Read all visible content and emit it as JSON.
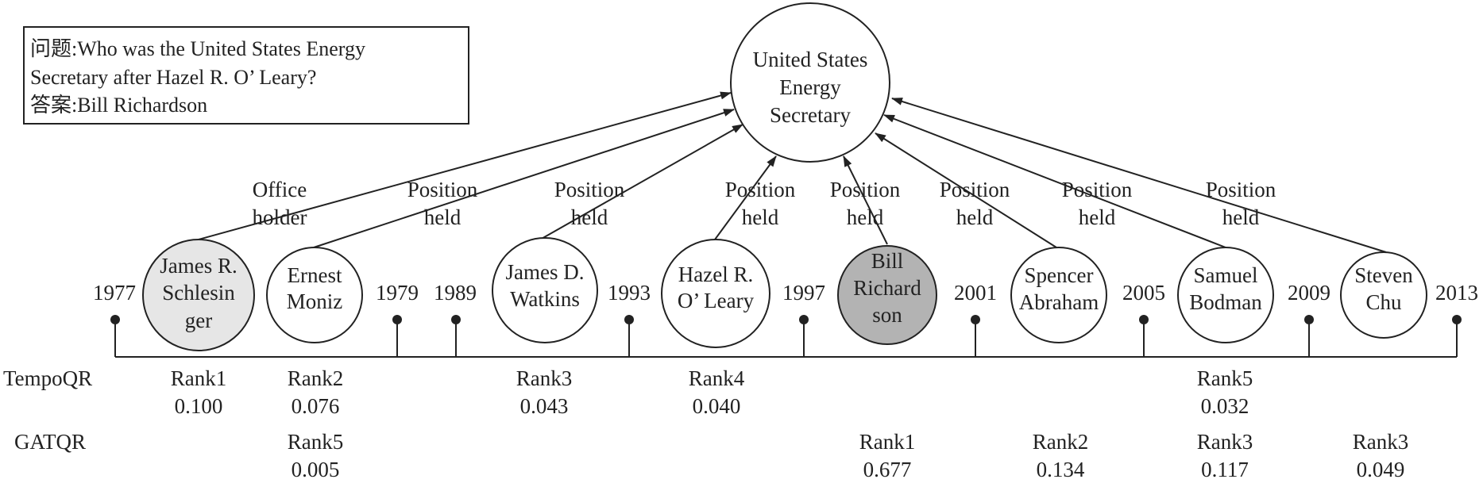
{
  "question_box": {
    "line1": "问题:Who was the United States Energy",
    "line2": "Secretary after Hazel R. O’ Leary?",
    "line3": "答案:Bill Richardson"
  },
  "hub": {
    "line1": "United States",
    "line2": "Energy",
    "line3": "Secretary"
  },
  "people": [
    {
      "lines": [
        "James R.",
        "Schlesin",
        "ger"
      ],
      "relation": [
        "Office",
        "holder"
      ],
      "fill": "#e6e6e6"
    },
    {
      "lines": [
        "Ernest",
        "Moniz"
      ],
      "relation": [
        "Position",
        "held"
      ],
      "fill": "#ffffff"
    },
    {
      "lines": [
        "James D.",
        "Watkins"
      ],
      "relation": [
        "Position",
        "held"
      ],
      "fill": "#ffffff"
    },
    {
      "lines": [
        "Hazel R.",
        "O’ Leary"
      ],
      "relation": [
        "Position",
        "held"
      ],
      "fill": "#ffffff"
    },
    {
      "lines": [
        "Bill",
        "Richard",
        "son"
      ],
      "relation": [
        "Position",
        "held"
      ],
      "fill": "#b3b3b3"
    },
    {
      "lines": [
        "Spencer",
        "Abraham"
      ],
      "relation": [
        "Position",
        "held"
      ],
      "fill": "#ffffff"
    },
    {
      "lines": [
        "Samuel",
        "Bodman"
      ],
      "relation": [
        "Position",
        "held"
      ],
      "fill": "#ffffff"
    },
    {
      "lines": [
        "Steven",
        "Chu"
      ],
      "relation": [
        "Position",
        "held"
      ],
      "fill": "#ffffff"
    }
  ],
  "years": [
    "1977",
    "1979",
    "1989",
    "1993",
    "1997",
    "2001",
    "2005",
    "2009",
    "2013"
  ],
  "methods": {
    "tempoqr": {
      "label": "TempoQR",
      "entries": [
        {
          "rank": "Rank1",
          "score": "0.100"
        },
        {
          "rank": "Rank2",
          "score": "0.076"
        },
        {
          "rank": "Rank3",
          "score": "0.043"
        },
        {
          "rank": "Rank4",
          "score": "0.040"
        },
        {
          "rank": "Rank5",
          "score": "0.032"
        }
      ]
    },
    "gatqr": {
      "label": "GATQR",
      "entries": [
        {
          "rank": "Rank5",
          "score": "0.005"
        },
        {
          "rank": "Rank1",
          "score": "0.677"
        },
        {
          "rank": "Rank2",
          "score": "0.134"
        },
        {
          "rank": "Rank3",
          "score": "0.117"
        },
        {
          "rank": "Rank3",
          "score": "0.049"
        }
      ]
    }
  }
}
